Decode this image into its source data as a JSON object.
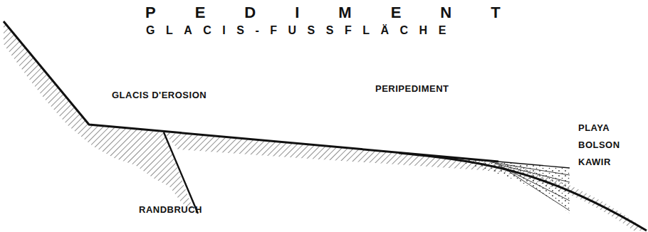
{
  "diagram": {
    "title": "PEDIMENT",
    "labels": [
      "GLACIS-FUSSFLÄCHE",
      "GLACIS D'EROSION",
      "PERIPEDIMENT",
      "PLAYA",
      "BOLSON",
      "KAWIR",
      "RANDBRUCH"
    ]
  }
}
